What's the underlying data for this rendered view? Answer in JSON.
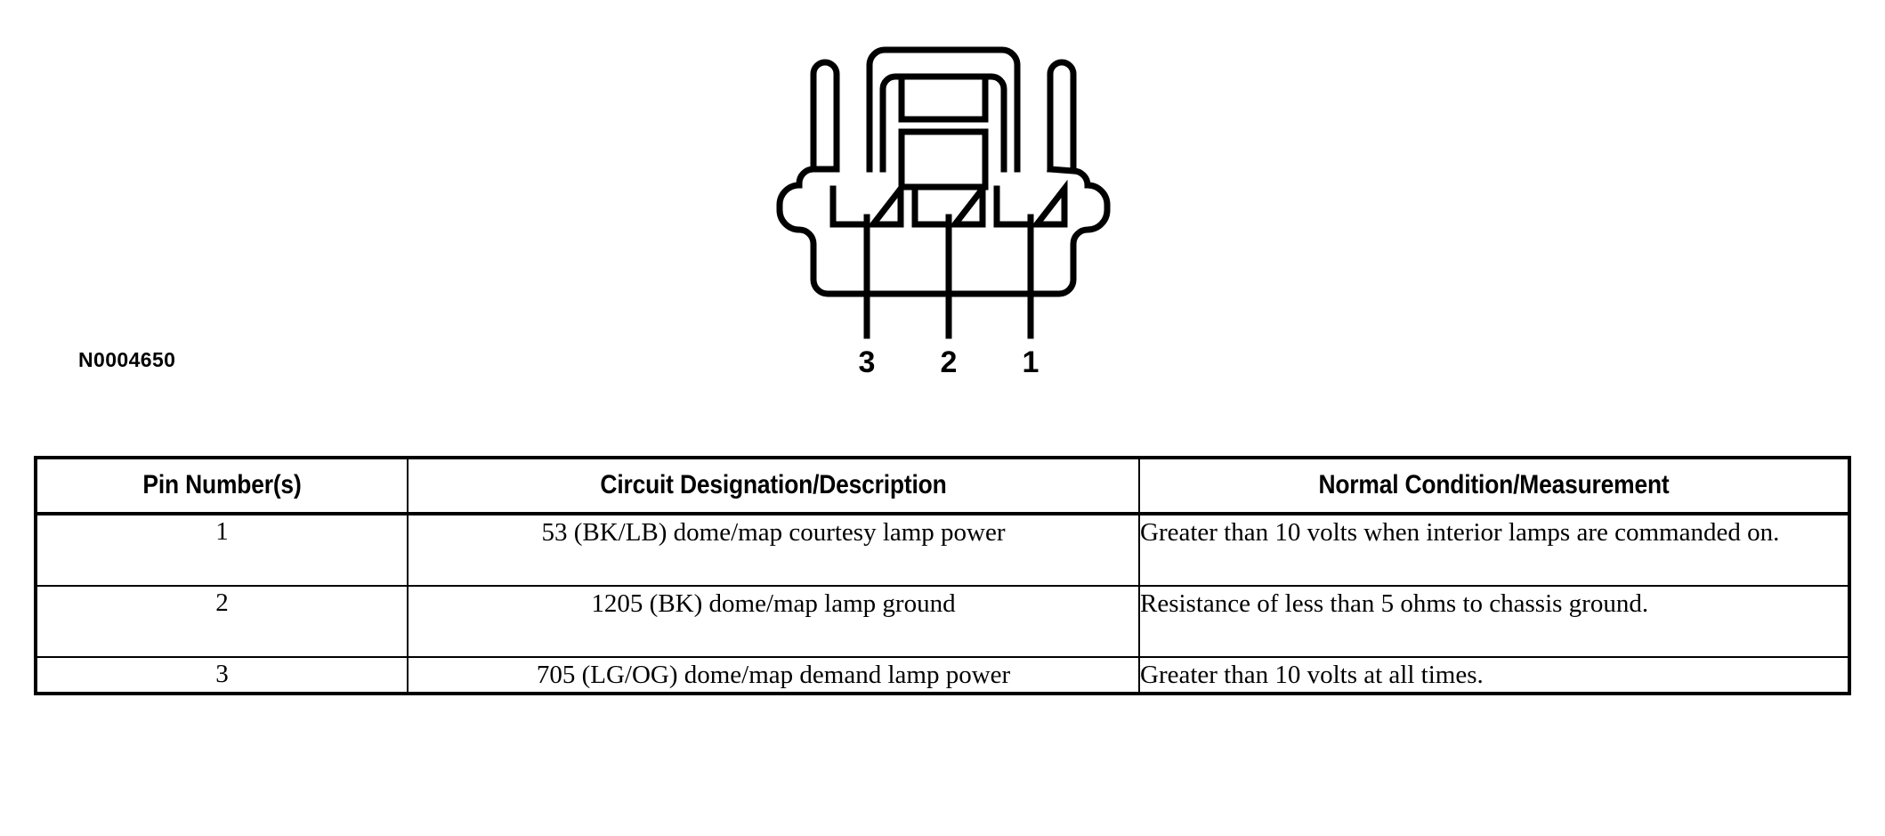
{
  "figure": {
    "name": "three-pin-connector-face-view",
    "reference_id": "N0004650",
    "pin_labels": [
      "3",
      "2",
      "1"
    ],
    "cavity_count": 3,
    "line_color": "#000000",
    "fill_color": "#ffffff"
  },
  "table": {
    "headers": [
      "Pin Number(s)",
      "Circuit Designation/Description",
      "Normal Condition/Measurement"
    ],
    "rows": [
      {
        "pin": "1",
        "description": "53 (BK/LB) dome/map courtesy lamp power",
        "measurement": "Greater than 10 volts when interior lamps are commanded on."
      },
      {
        "pin": "2",
        "description": "1205 (BK) dome/map lamp ground",
        "measurement": "Resistance of less than 5 ohms to chassis ground."
      },
      {
        "pin": "3",
        "description": "705 (LG/OG) dome/map demand lamp power",
        "measurement": "Greater than 10 volts at all times."
      }
    ]
  }
}
